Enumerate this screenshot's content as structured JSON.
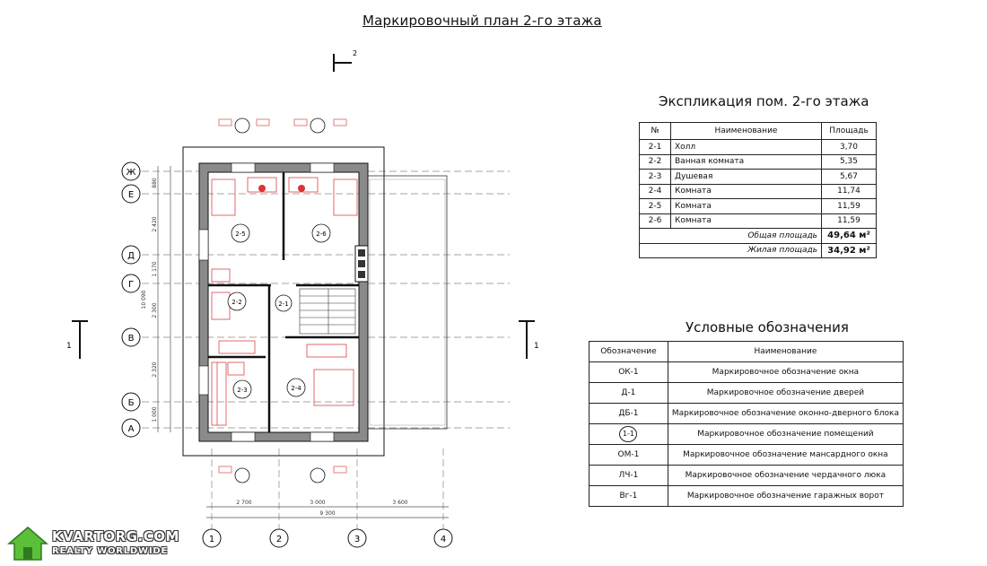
{
  "title": "Маркировочный план 2-го этажа",
  "section_mark": "2",
  "section_side_label": "1",
  "axes": {
    "letters": [
      "Ж",
      "Е",
      "Д",
      "Г",
      "В",
      "Б",
      "А"
    ],
    "numbers": [
      "1",
      "2",
      "3",
      "4"
    ]
  },
  "dimensions": {
    "vertical": [
      "880",
      "2 420",
      "1 170",
      "2 300",
      "2 320",
      "1 000"
    ],
    "vertical_total": "10 090",
    "horizontal": [
      "2 700",
      "3 000",
      "3 600"
    ],
    "horizontal_total": "9 300"
  },
  "rooms": [
    "2-5",
    "2-6",
    "2-1",
    "2-2",
    "2-3",
    "2-4"
  ],
  "explication": {
    "title": "Экспликация пом. 2-го этажа",
    "headers": [
      "№",
      "Наименование",
      "Площадь"
    ],
    "rows": [
      [
        "2-1",
        "Холл",
        "3,70"
      ],
      [
        "2-2",
        "Ванная комната",
        "5,35"
      ],
      [
        "2-3",
        "Душевая",
        "5,67"
      ],
      [
        "2-4",
        "Комната",
        "11,74"
      ],
      [
        "2-5",
        "Комната",
        "11,59"
      ],
      [
        "2-6",
        "Комната",
        "11,59"
      ]
    ],
    "total_label": "Общая площадь",
    "total_value": "49,64 м²",
    "living_label": "Жилая площадь",
    "living_value": "34,92 м²"
  },
  "legend": {
    "title": "Условные обозначения",
    "headers": [
      "Обозначение",
      "Наименование"
    ],
    "rows": [
      [
        "ОК-1",
        "Маркировочное обозначение окна"
      ],
      [
        "Д-1",
        "Маркировочное обозначение дверей"
      ],
      [
        "ДБ-1",
        "Маркировочное обозначение оконно-дверного блока"
      ],
      [
        "1-1",
        "Маркировочное обозначение помещений"
      ],
      [
        "ОМ-1",
        "Маркировочное обозначение мансардного окна"
      ],
      [
        "ЛЧ-1",
        "Маркировочное обозначение чердачного люка"
      ],
      [
        "Вг-1",
        "Маркировочное обозначение гаражных ворот"
      ]
    ]
  },
  "watermark": {
    "site": "KVARTORG.COM",
    "tagline": "REALTY WORLDWIDE"
  }
}
